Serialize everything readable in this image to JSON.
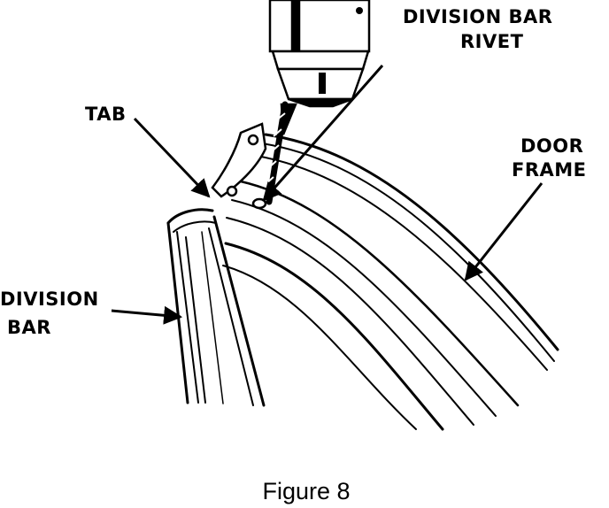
{
  "figure": {
    "callouts": {
      "division_bar_rivet": [
        "DIVISION BAR",
        "RIVET"
      ],
      "tab": "TAB",
      "door_frame": [
        "DOOR",
        "FRAME"
      ],
      "division_bar": [
        "DIVISION",
        "BAR"
      ]
    },
    "caption": "Figure 8"
  }
}
